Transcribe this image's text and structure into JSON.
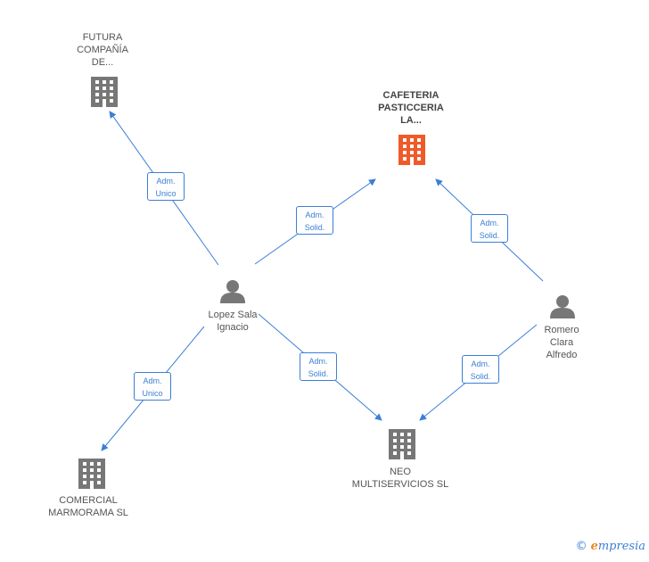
{
  "colors": {
    "edge": "#3b7fd6",
    "company_icon": "#777777",
    "highlight_icon": "#f05a28",
    "person_icon": "#777777"
  },
  "nodes": {
    "futura": {
      "label": "FUTURA\nCOMPAÑÍA\nDE...",
      "icon": "building-icon"
    },
    "cafeteria": {
      "label": "CAFETERIA\nPASTICCERIA\nLA...",
      "icon": "building-icon-highlight"
    },
    "lopez": {
      "label": "Lopez Sala\nIgnacio",
      "icon": "person-icon"
    },
    "romero": {
      "label": "Romero\nClara\nAlfredo",
      "icon": "person-icon"
    },
    "comercial": {
      "label": "COMERCIAL\nMARMORAMA SL",
      "icon": "building-icon"
    },
    "neo": {
      "label": "NEO\nMULTISERVICIOS SL",
      "icon": "building-icon"
    }
  },
  "edges": {
    "lopez_futura": "Adm.\nUnico",
    "lopez_cafeteria": "Adm.\nSolid.",
    "romero_cafeteria": "Adm.\nSolid.",
    "lopez_comercial": "Adm.\nUnico",
    "lopez_neo": "Adm.\nSolid.",
    "romero_neo": "Adm.\nSolid."
  },
  "footer": {
    "copyright": "©",
    "brand_initial": "e",
    "brand_rest": "mpresia"
  }
}
